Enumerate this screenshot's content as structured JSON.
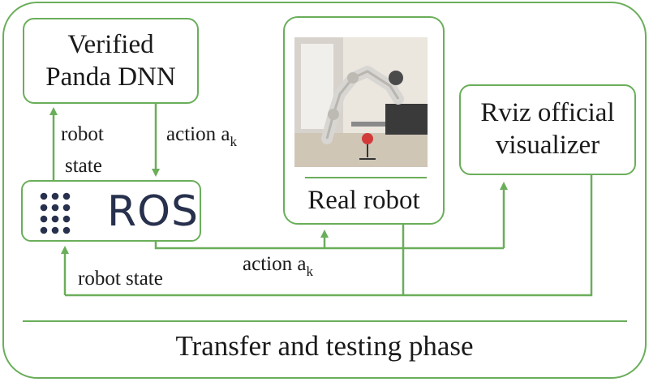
{
  "diagram": {
    "title": "Transfer and testing phase",
    "nodes": {
      "dnn": {
        "line1": "Verified",
        "line2": "Panda DNN"
      },
      "ros": {
        "label": "ROS"
      },
      "robot": {
        "label": "Real robot"
      },
      "rviz": {
        "line1": "Rviz official",
        "line2": "visualizer"
      }
    },
    "edges": {
      "ros_to_dnn": {
        "line1": "robot",
        "line2": "state"
      },
      "dnn_to_ros": {
        "text": "action a",
        "sub": "k"
      },
      "ros_to_robot": {
        "text": "action a",
        "sub": "k"
      },
      "feedback": {
        "text": "robot state"
      }
    }
  },
  "colors": {
    "border": "#6aae5a",
    "ros_text": "#27304c",
    "text": "#1a1a1a"
  },
  "icons": [
    "ros-dots-logo",
    "robot-arm-photo"
  ]
}
